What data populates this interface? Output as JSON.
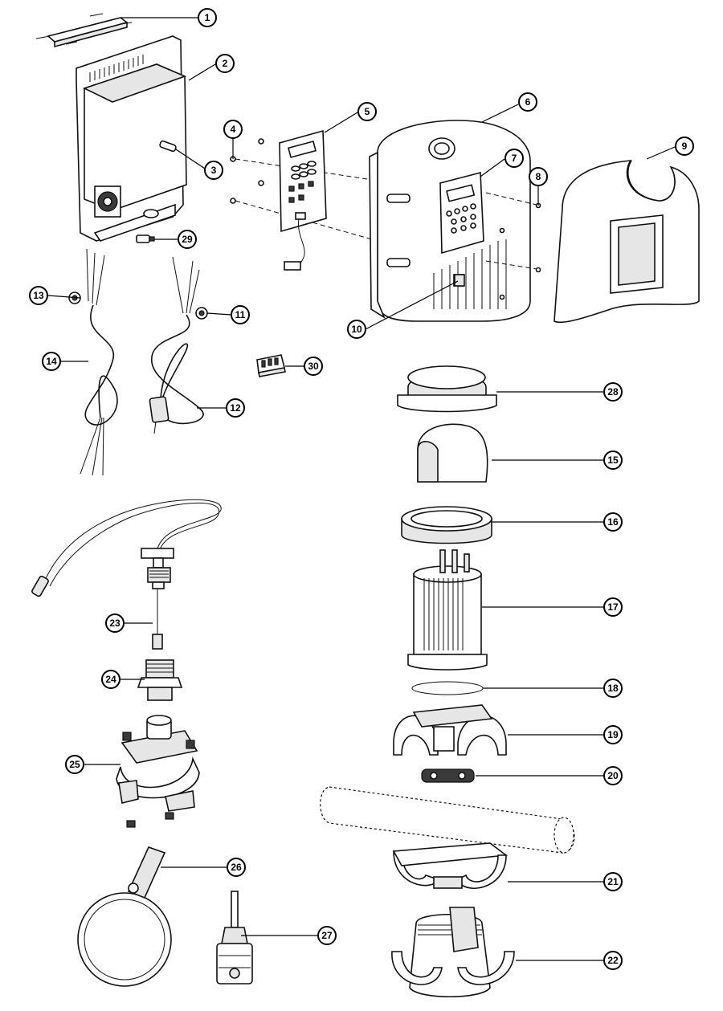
{
  "diagram": {
    "callouts": [
      {
        "id": "c1",
        "number": "1"
      },
      {
        "id": "c2",
        "number": "2"
      },
      {
        "id": "c3",
        "number": "3"
      },
      {
        "id": "c4",
        "number": "4"
      },
      {
        "id": "c5",
        "number": "5"
      },
      {
        "id": "c6",
        "number": "6"
      },
      {
        "id": "c7",
        "number": "7"
      },
      {
        "id": "c8",
        "number": "8"
      },
      {
        "id": "c9",
        "number": "9"
      },
      {
        "id": "c10",
        "number": "10"
      },
      {
        "id": "c11",
        "number": "11"
      },
      {
        "id": "c12",
        "number": "12"
      },
      {
        "id": "c13",
        "number": "13"
      },
      {
        "id": "c14",
        "number": "14"
      },
      {
        "id": "c15",
        "number": "15"
      },
      {
        "id": "c16",
        "number": "16"
      },
      {
        "id": "c17",
        "number": "17"
      },
      {
        "id": "c18",
        "number": "18"
      },
      {
        "id": "c19",
        "number": "19"
      },
      {
        "id": "c20",
        "number": "20"
      },
      {
        "id": "c21",
        "number": "21"
      },
      {
        "id": "c22",
        "number": "22"
      },
      {
        "id": "c23",
        "number": "23"
      },
      {
        "id": "c24",
        "number": "24"
      },
      {
        "id": "c25",
        "number": "25"
      },
      {
        "id": "c26",
        "number": "26"
      },
      {
        "id": "c27",
        "number": "27"
      },
      {
        "id": "c28",
        "number": "28"
      },
      {
        "id": "c29",
        "number": "29"
      },
      {
        "id": "c30",
        "number": "30"
      }
    ]
  }
}
